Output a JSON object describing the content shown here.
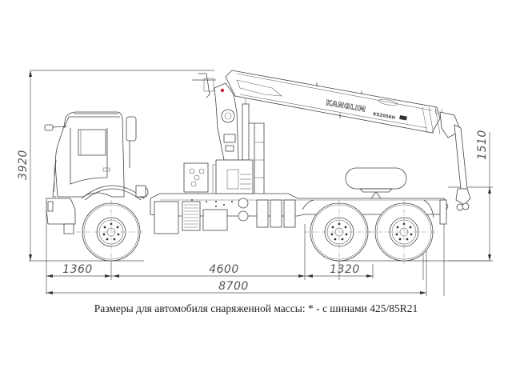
{
  "drawing": {
    "subject": "Truck-mounted crane side view",
    "crane_brand": "KANGLIM",
    "crane_model": "KS2056H",
    "dimensions": {
      "overall_height": "3920",
      "front_overhang": "1360",
      "wheelbase_front_to_bogie": "4600",
      "bogie_spacing": "1320",
      "overall_length": "8700",
      "rear_height": "1510"
    }
  },
  "caption": "Размеры для автомобиля снаряженной массы: * - с шинами 425/85R21",
  "colors": {
    "line": "#444444",
    "dimension_text": "#555555",
    "accent_marker": "#cc2233"
  }
}
